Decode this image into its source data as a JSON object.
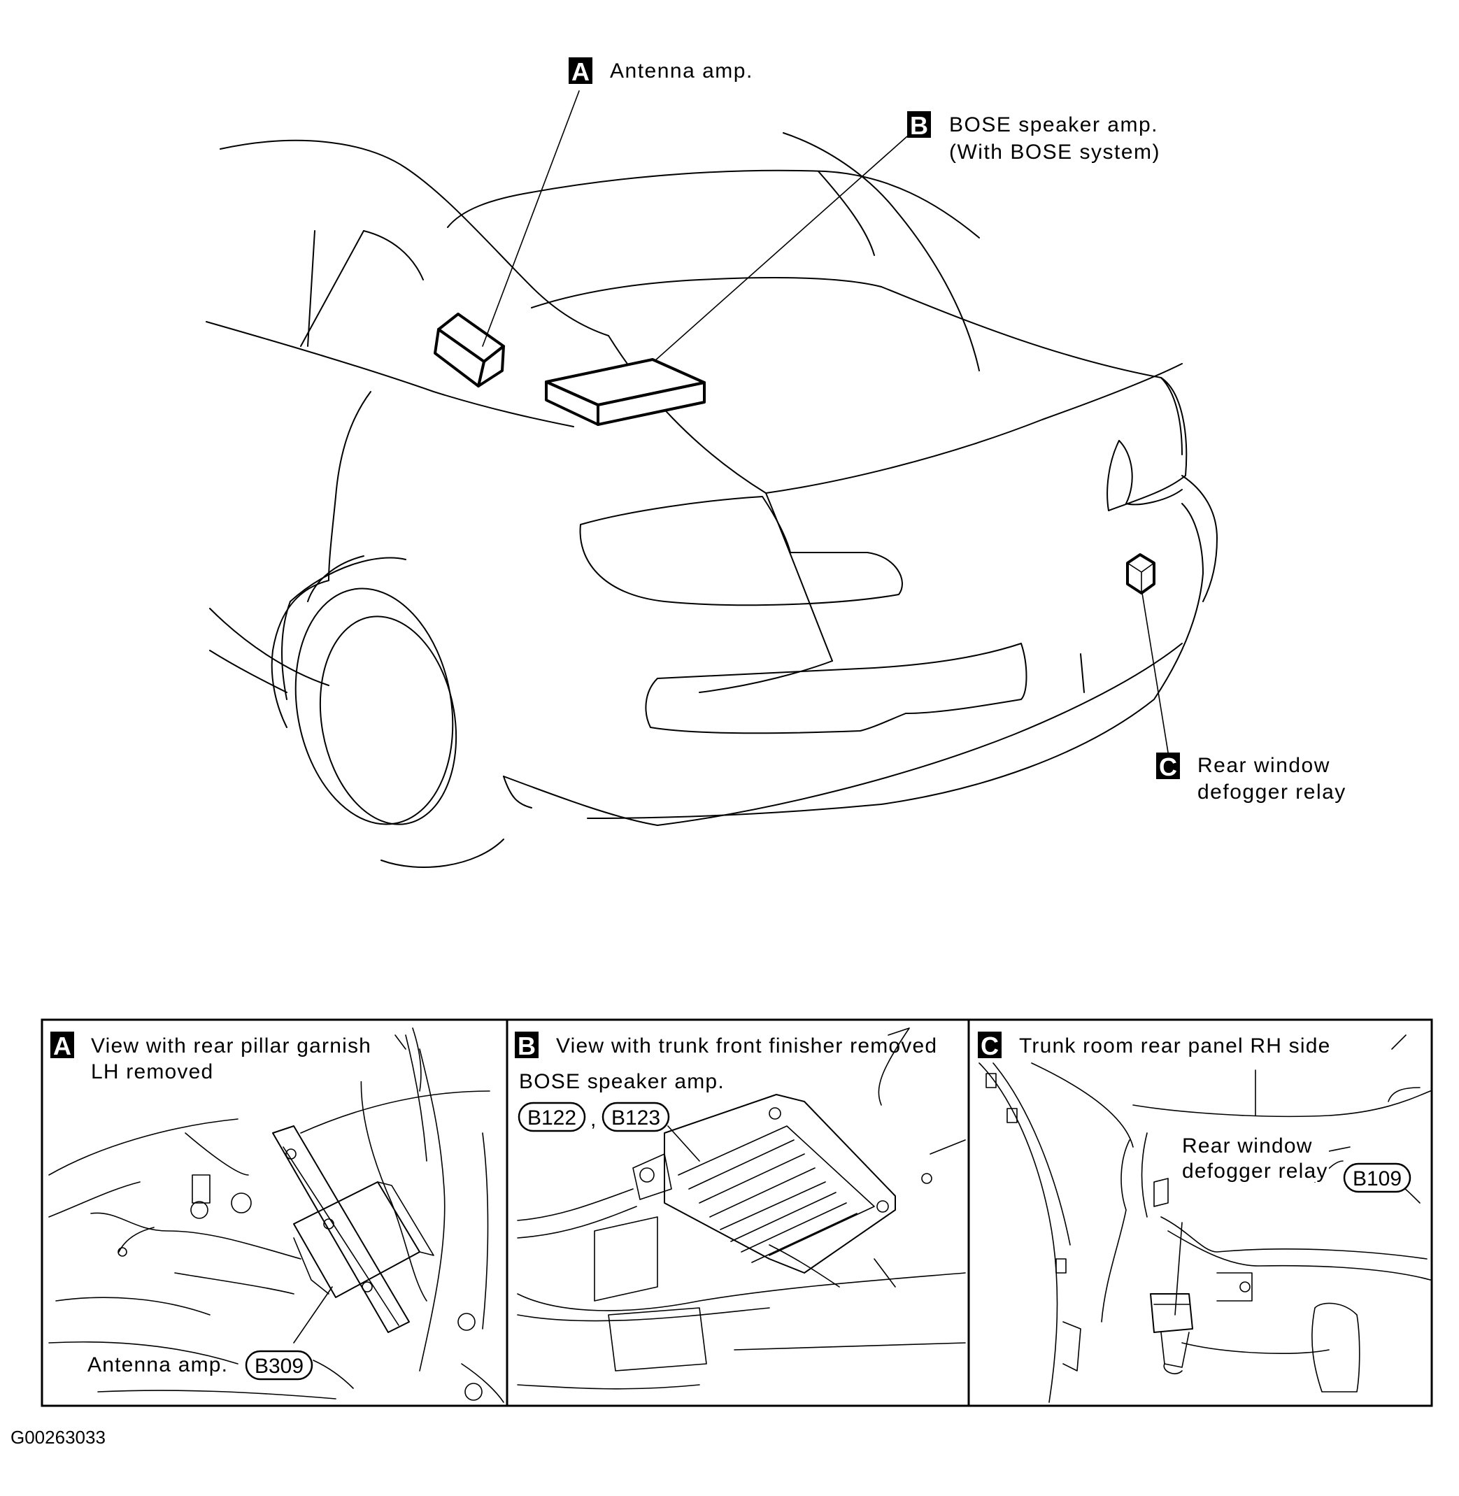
{
  "labels": {
    "a_letter": "A",
    "a_text": "Antenna amp.",
    "b_letter": "B",
    "b_text_1": "BOSE speaker amp.",
    "b_text_2": "(With BOSE system)",
    "c_letter": "C",
    "c_text_1": "Rear window",
    "c_text_2": "defogger relay"
  },
  "panels": [
    {
      "letter": "A",
      "title_1": "View with rear pillar garnish",
      "title_2": "LH removed",
      "component": "Antenna amp.",
      "connector": "B309"
    },
    {
      "letter": "B",
      "title_1": "View with trunk front finisher removed",
      "component": "BOSE speaker amp.",
      "connector_1": "B122",
      "separator": ",",
      "connector_2": "B123"
    },
    {
      "letter": "C",
      "title_1": "Trunk room rear panel RH side",
      "component_1": "Rear window",
      "component_2": "defogger relay",
      "connector": "B109"
    }
  ],
  "figure_id": "G00263033"
}
